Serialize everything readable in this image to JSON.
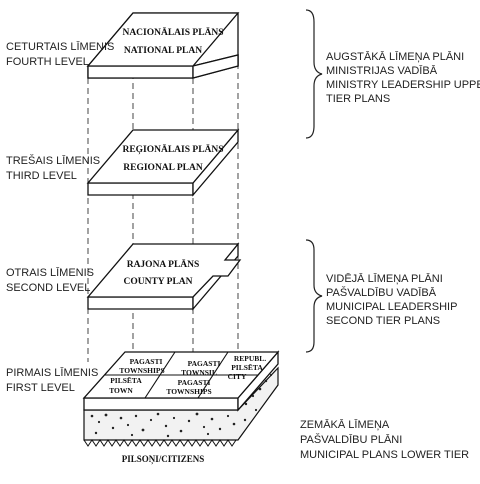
{
  "levels": [
    {
      "left_label": [
        "CETURTAIS LĪMENIS",
        "FOURTH LEVEL"
      ],
      "plan": [
        "NACIONĀLAIS PLĀNS",
        "NATIONAL PLAN"
      ]
    },
    {
      "left_label": [
        "TREŠAIS LĪMENIS",
        "THIRD LEVEL"
      ],
      "plan": [
        "REĢIONĀLAIS PLĀNS",
        "REGIONAL PLAN"
      ]
    },
    {
      "left_label": [
        "OTRAIS LĪMENIS",
        "SECOND LEVEL"
      ],
      "plan": [
        "RAJONA PLĀNS",
        "COUNTY PLAN"
      ]
    },
    {
      "left_label": [
        "PIRMAIS LĪMENIS",
        "FIRST LEVEL"
      ],
      "cells": {
        "pagasti_left": [
          "PAGASTI",
          "TOWNSHIPS"
        ],
        "pagasti_mid": [
          "PAGASTI",
          "TOWNSIL"
        ],
        "republic_city": [
          "REPUBL.",
          "PILSĒTA",
          "CITY"
        ],
        "town": [
          "PILSĒTA",
          "TOWN"
        ],
        "pagasti_front": [
          "PAGASTI",
          "TOWNSHIPS"
        ]
      }
    }
  ],
  "right_groups": [
    [
      "AUGSTĀKĀ LĪMEŅA PLĀNI",
      "MINISTRIJAS VADĪBĀ",
      "MINISTRY LEADERSHIP UPPER",
      "TIER PLANS"
    ],
    [
      "VIDĒJĀ LĪMEŅA PLĀNI",
      "PAŠVALDĪBU VADĪBĀ",
      "MUNICIPAL LEADERSHIP",
      "SECOND TIER PLANS"
    ],
    [
      "ZEMĀKĀ LĪMEŅA",
      "PAŠVALDĪBU  PLĀNI",
      "MUNICIPAL PLANS LOWER TIER"
    ]
  ],
  "base_label": "PILSOŅI/CITIZENS"
}
